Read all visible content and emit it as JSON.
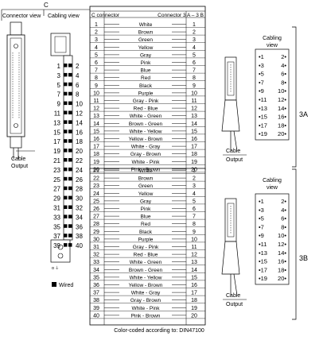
{
  "labels": {
    "connector_letter": "C",
    "connector_view": "Connector view",
    "cabling_view": "Cabling view",
    "table_header_left": "C connector",
    "table_header_right": "Connector 3 A – 3 B",
    "cable_left": "Cable",
    "output_left": "Output",
    "wired_legend": "Wired",
    "footer": "Color-coded according to: DIN47100",
    "cable_right": "Cable",
    "output_right": "Output",
    "cabling_view_line1": "Cabling",
    "cabling_view_line2": "view",
    "side_label_a": "3A",
    "side_label_b": "3B"
  },
  "pin_rows": [
    {
      "left": "1",
      "right": "2"
    },
    {
      "left": "3",
      "right": "4"
    },
    {
      "left": "5",
      "right": "6"
    },
    {
      "left": "7",
      "right": "8"
    },
    {
      "left": "9",
      "right": "10"
    },
    {
      "left": "11",
      "right": "12"
    },
    {
      "left": "13",
      "right": "14"
    },
    {
      "left": "15",
      "right": "16"
    },
    {
      "left": "17",
      "right": "18"
    },
    {
      "left": "19",
      "right": "20"
    },
    {
      "left": "21",
      "right": "22"
    },
    {
      "left": "23",
      "right": "24"
    },
    {
      "left": "25",
      "right": "26"
    },
    {
      "left": "27",
      "right": "28"
    },
    {
      "left": "29",
      "right": "30"
    },
    {
      "left": "31",
      "right": "32"
    },
    {
      "left": "33",
      "right": "34"
    },
    {
      "left": "35",
      "right": "36"
    },
    {
      "left": "37",
      "right": "38"
    },
    {
      "left": "39",
      "right": "40"
    }
  ],
  "wiring": [
    {
      "c": "1",
      "color": "White",
      "t": "1"
    },
    {
      "c": "2",
      "color": "Brown",
      "t": "2"
    },
    {
      "c": "3",
      "color": "Green",
      "t": "3"
    },
    {
      "c": "4",
      "color": "Yellow",
      "t": "4"
    },
    {
      "c": "5",
      "color": "Gray",
      "t": "5"
    },
    {
      "c": "6",
      "color": "Pink",
      "t": "6"
    },
    {
      "c": "7",
      "color": "Blue",
      "t": "7"
    },
    {
      "c": "8",
      "color": "Red",
      "t": "8"
    },
    {
      "c": "9",
      "color": "Black",
      "t": "9"
    },
    {
      "c": "10",
      "color": "Purple",
      "t": "10"
    },
    {
      "c": "11",
      "color": "Gray - Pink",
      "t": "11"
    },
    {
      "c": "12",
      "color": "Red - Blue",
      "t": "12"
    },
    {
      "c": "13",
      "color": "White - Green",
      "t": "13"
    },
    {
      "c": "14",
      "color": "Brown - Green",
      "t": "14"
    },
    {
      "c": "15",
      "color": "White - Yellow",
      "t": "15"
    },
    {
      "c": "16",
      "color": "Yellow - Brown",
      "t": "16"
    },
    {
      "c": "17",
      "color": "White - Gray",
      "t": "17"
    },
    {
      "c": "18",
      "color": "Gray - Brown",
      "t": "18"
    },
    {
      "c": "19",
      "color": "White - Pink",
      "t": "19"
    },
    {
      "c": "20",
      "color": "Pink - Brown",
      "t": "20"
    },
    {
      "c": "21",
      "color": "White",
      "t": "1"
    },
    {
      "c": "22",
      "color": "Brown",
      "t": "2"
    },
    {
      "c": "23",
      "color": "Green",
      "t": "3"
    },
    {
      "c": "24",
      "color": "Yellow",
      "t": "4"
    },
    {
      "c": "25",
      "color": "Gray",
      "t": "5"
    },
    {
      "c": "26",
      "color": "Pink",
      "t": "6"
    },
    {
      "c": "27",
      "color": "Blue",
      "t": "7"
    },
    {
      "c": "28",
      "color": "Red",
      "t": "8"
    },
    {
      "c": "29",
      "color": "Black",
      "t": "9"
    },
    {
      "c": "30",
      "color": "Purple",
      "t": "10"
    },
    {
      "c": "31",
      "color": "Gray - Pink",
      "t": "11"
    },
    {
      "c": "32",
      "color": "Red - Blue",
      "t": "12"
    },
    {
      "c": "33",
      "color": "White - Green",
      "t": "13"
    },
    {
      "c": "34",
      "color": "Brown - Green",
      "t": "14"
    },
    {
      "c": "35",
      "color": "White - Yellow",
      "t": "15"
    },
    {
      "c": "36",
      "color": "Yellow - Brown",
      "t": "16"
    },
    {
      "c": "37",
      "color": "White - Gray",
      "t": "17"
    },
    {
      "c": "38",
      "color": "Gray - Brown",
      "t": "18"
    },
    {
      "c": "39",
      "color": "White - Pink",
      "t": "19"
    },
    {
      "c": "40",
      "color": "Pink - Brown",
      "t": "20"
    }
  ],
  "terminal_rows": [
    {
      "left": "•1",
      "right": "2•"
    },
    {
      "left": "•3",
      "right": "4•"
    },
    {
      "left": "•5",
      "right": "6•"
    },
    {
      "left": "•7",
      "right": "8•"
    },
    {
      "left": "•9",
      "right": "10•"
    },
    {
      "left": "•11",
      "right": "12•"
    },
    {
      "left": "•13",
      "right": "14•"
    },
    {
      "left": "•15",
      "right": "16•"
    },
    {
      "left": "•17",
      "right": "18•"
    },
    {
      "left": "•19",
      "right": "20•"
    }
  ]
}
